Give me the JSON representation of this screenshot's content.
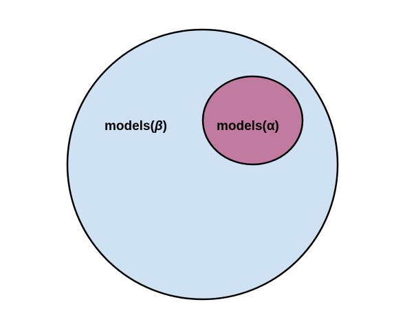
{
  "diagram": {
    "outer_set": {
      "label_prefix": "models(",
      "label_symbol": "β",
      "label_suffix": ")",
      "fill_color": "#cfe2f3",
      "stroke_color": "#000000"
    },
    "inner_set": {
      "label_prefix": "models(",
      "label_symbol": "α",
      "label_suffix": ")",
      "fill_color": "#c27ba0",
      "stroke_color": "#000000"
    }
  }
}
